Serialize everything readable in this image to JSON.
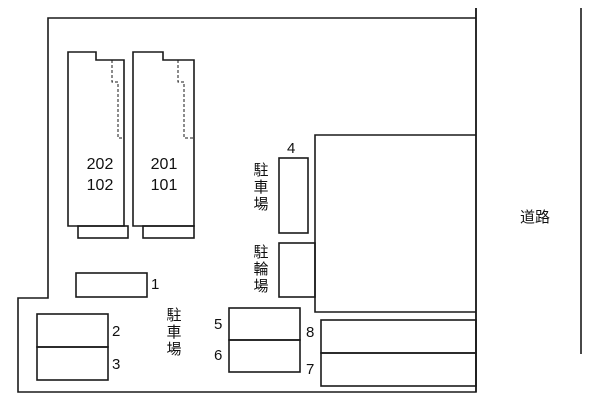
{
  "buildings": {
    "units_left": [
      "202",
      "102"
    ],
    "units_right": [
      "201",
      "101"
    ]
  },
  "parking": {
    "label": "駐車場",
    "spaces": [
      "1",
      "2",
      "3",
      "4",
      "5",
      "6",
      "7",
      "8"
    ]
  },
  "bicycle_parking": {
    "label": "駐輪場"
  },
  "road": {
    "label": "道路"
  }
}
